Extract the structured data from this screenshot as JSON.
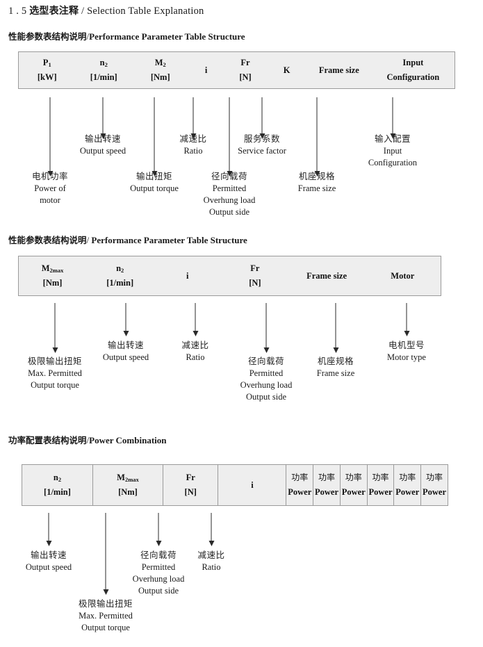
{
  "document": {
    "section_number": "1 . 5",
    "title_cn": "选型表注释",
    "separator": "/",
    "title_en": "Selection Table Explanation"
  },
  "sections": [
    {
      "heading_cn": "性能参数表结构说明",
      "heading_sep": "/",
      "heading_en": "Performance Parameter Table Structure",
      "table": {
        "divided": false,
        "columns": [
          {
            "symbol": "P",
            "sub": "1",
            "unit": "[kW]"
          },
          {
            "symbol": "n",
            "sub": "2",
            "unit": "[1/min]"
          },
          {
            "symbol": "M",
            "sub": "2",
            "unit": "[Nm]"
          },
          {
            "symbol": "i",
            "sub": "",
            "unit": ""
          },
          {
            "symbol": "Fr",
            "sub": "",
            "unit": "[N]"
          },
          {
            "symbol": "K",
            "sub": "",
            "unit": ""
          },
          {
            "symbol": "Frame size",
            "sub": "",
            "unit": ""
          },
          {
            "symbol": "Input",
            "sub": "",
            "unit": "Configuration"
          }
        ]
      },
      "annotations": [
        {
          "cn": "电机功率",
          "en": [
            "Power of",
            "motor"
          ]
        },
        {
          "cn": "输出转速",
          "en": [
            "Output speed"
          ]
        },
        {
          "cn": "输出扭矩",
          "en": [
            "Output torque"
          ]
        },
        {
          "cn": "减速比",
          "en": [
            "Ratio"
          ]
        },
        {
          "cn": "径向载荷",
          "en": [
            "Permitted",
            "Overhung load",
            "Output side"
          ]
        },
        {
          "cn": "服务系数",
          "en": [
            "Service factor"
          ]
        },
        {
          "cn": "机座规格",
          "en": [
            "Frame size"
          ]
        },
        {
          "cn": "输入配置",
          "en": [
            "Input",
            "Configuration"
          ]
        }
      ]
    },
    {
      "heading_cn": "性能参数表结构说明",
      "heading_sep": "/",
      "heading_en": "Performance Parameter Table Structure",
      "table": {
        "divided": false,
        "columns": [
          {
            "symbol": "M",
            "sub": "2max",
            "unit": "[Nm]"
          },
          {
            "symbol": "n",
            "sub": "2",
            "unit": "[1/min]"
          },
          {
            "symbol": "i",
            "sub": "",
            "unit": ""
          },
          {
            "symbol": "Fr",
            "sub": "",
            "unit": "[N]"
          },
          {
            "symbol": "Frame size",
            "sub": "",
            "unit": ""
          },
          {
            "symbol": "Motor",
            "sub": "",
            "unit": ""
          }
        ]
      },
      "annotations": [
        {
          "cn": "极限输出扭矩",
          "en": [
            "Max. Permitted",
            "Output  torque"
          ]
        },
        {
          "cn": "输出转速",
          "en": [
            "Output speed"
          ]
        },
        {
          "cn": "减速比",
          "en": [
            "Ratio"
          ]
        },
        {
          "cn": "径向载荷",
          "en": [
            "Permitted",
            "Overhung load",
            "Output side"
          ]
        },
        {
          "cn": "机座规格",
          "en": [
            "Frame size"
          ]
        },
        {
          "cn": "电机型号",
          "en": [
            "Motor type"
          ]
        }
      ]
    },
    {
      "heading_cn": "功率配置表结构说明",
      "heading_sep": "/",
      "heading_en": "Power Combination",
      "table": {
        "divided": true,
        "columns": [
          {
            "symbol": "n",
            "sub": "2",
            "unit": "[1/min]"
          },
          {
            "symbol": "M",
            "sub": "2max",
            "unit": "[Nm]"
          },
          {
            "symbol": "Fr",
            "sub": "",
            "unit": "[N]"
          },
          {
            "symbol": "i",
            "sub": "",
            "unit": ""
          },
          {
            "symbol_cn": "功率",
            "sub": "",
            "unit": "Power"
          },
          {
            "symbol_cn": "功率",
            "sub": "",
            "unit": "Power"
          },
          {
            "symbol_cn": "功率",
            "sub": "",
            "unit": "Power"
          },
          {
            "symbol_cn": "功率",
            "sub": "",
            "unit": "Power"
          },
          {
            "symbol_cn": "功率",
            "sub": "",
            "unit": "Power"
          },
          {
            "symbol_cn": "功率",
            "sub": "",
            "unit": "Power"
          }
        ]
      },
      "annotations": [
        {
          "cn": "输出转速",
          "en": [
            "Output speed"
          ]
        },
        {
          "cn": "极限输出扭矩",
          "en": [
            "Max. Permitted",
            "Output  torque"
          ]
        },
        {
          "cn": "径向载荷",
          "en": [
            "Permitted",
            "Overhung load",
            "Output side"
          ]
        },
        {
          "cn": "减速比",
          "en": [
            "Ratio"
          ]
        }
      ]
    }
  ],
  "colors": {
    "table_background": "#eeeeee",
    "table_border": "#9a9a9a",
    "arrow": "#2a2a2a",
    "text": "#1a1a1a"
  }
}
